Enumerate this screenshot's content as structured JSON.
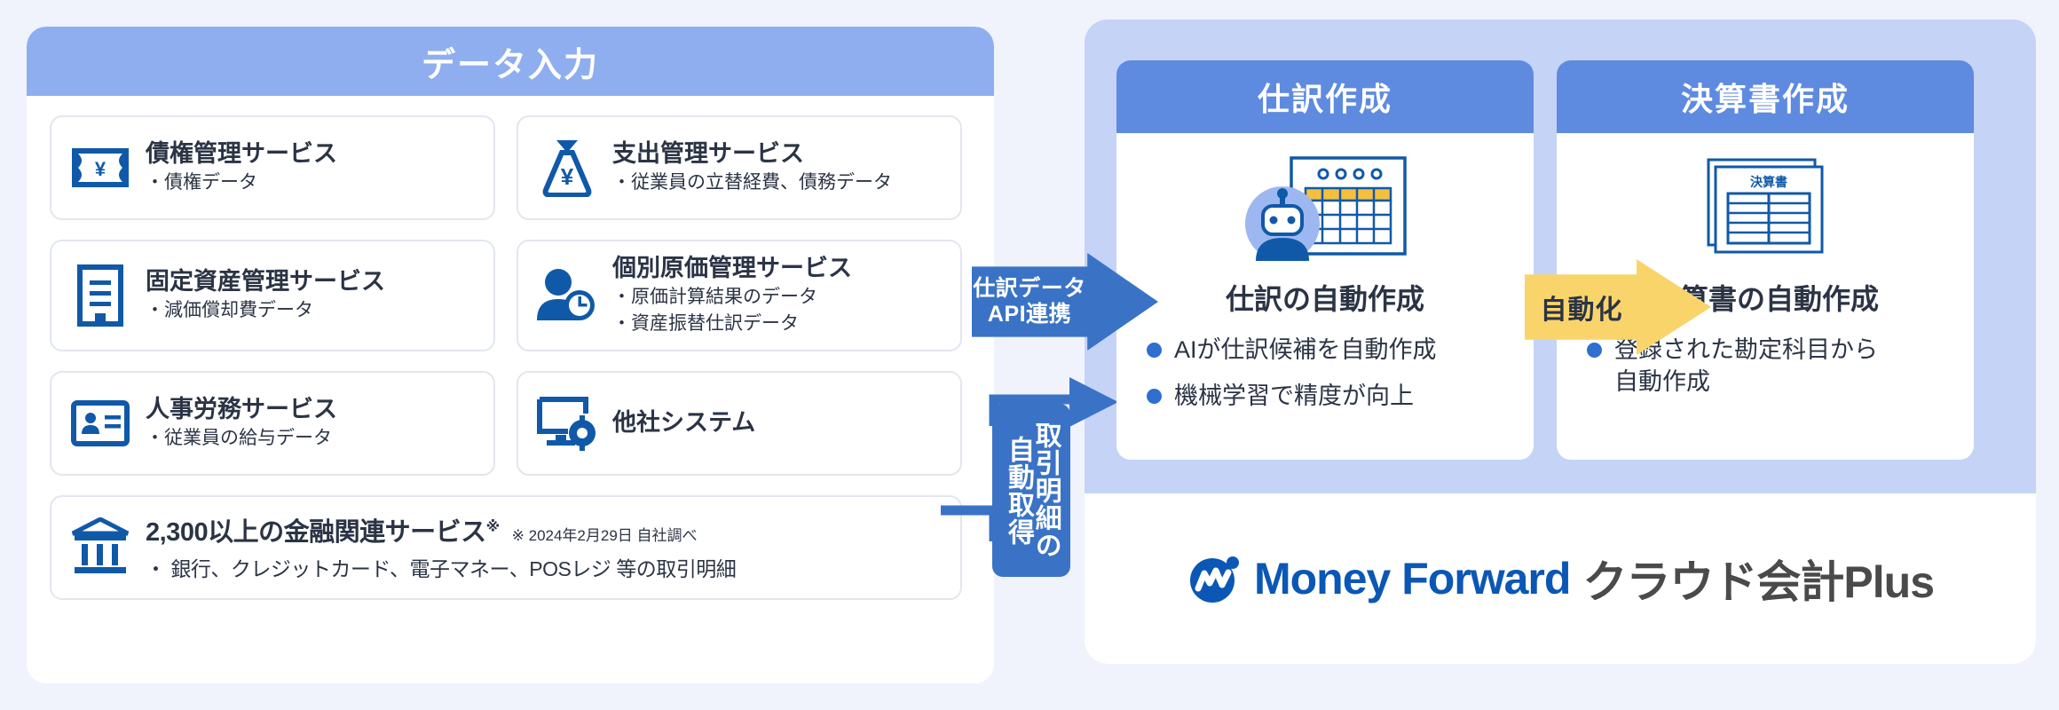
{
  "left_panel": {
    "header_title": "データ入力",
    "cards": [
      {
        "icon": "banknote-yen-icon",
        "title": "債権管理サービス",
        "bullets": [
          "・債権データ"
        ]
      },
      {
        "icon": "money-bag-yen-icon",
        "title": "支出管理サービス",
        "bullets": [
          "・従業員の立替経費、債務データ"
        ]
      },
      {
        "icon": "document-lines-icon",
        "title": "固定資産管理サービス",
        "bullets": [
          "・減価償却費データ"
        ]
      },
      {
        "icon": "person-clock-icon",
        "title": "個別原価管理サービス",
        "bullets": [
          "・原価計算結果のデータ",
          "・資産振替仕訳データ"
        ]
      },
      {
        "icon": "id-card-icon",
        "title": "人事労務サービス",
        "bullets": [
          "・従業員の給与データ"
        ]
      },
      {
        "icon": "monitor-gear-icon",
        "title": "他社システム",
        "bullets": []
      }
    ],
    "bank_card": {
      "icon": "bank-building-icon",
      "title": "2,300以上の金融関連サービス",
      "title_superscript": "※",
      "note": "※ 2024年2月29日 自社調べ",
      "bullet": "・ 銀行、クレジットカード、電子マネー、POSレジ 等の取引明細"
    }
  },
  "connectors": {
    "api_arrow": {
      "line1": "仕訳データ",
      "line2": "API連携"
    },
    "auto_fetch_box": {
      "column_right": "取引明細の",
      "column_left": "自動取得"
    },
    "automation_arrow": {
      "label": "自動化"
    }
  },
  "right_panel": {
    "cards": [
      {
        "header": "仕訳作成",
        "illustration": "robot-spreadsheet-icon",
        "title": "仕訳の自動作成",
        "bullets": [
          "AIが仕訳候補を自動作成",
          "機械学習で精度が向上"
        ]
      },
      {
        "header": "決算書作成",
        "illustration": "financial-statement-icon",
        "illustration_label": "決算書",
        "title": "決算書の自動作成",
        "bullets": [
          "登録された勘定科目から\n自動作成"
        ]
      }
    ],
    "brand": {
      "logo": "money-forward-logo-icon",
      "name": "Money Forward",
      "product": "クラウド会計Plus"
    }
  },
  "colors": {
    "page_background": "#F0F3FC",
    "left_header": "#8FAEEF",
    "right_panel_background": "#C5D3F7",
    "right_card_header": "#5E8AE0",
    "arrow_blue": "#3A73C6",
    "arrow_yellow": "#F9D46B",
    "icon_blue": "#1059A8",
    "brand_blue": "#0B57B5",
    "text_dark": "#2B3445"
  }
}
